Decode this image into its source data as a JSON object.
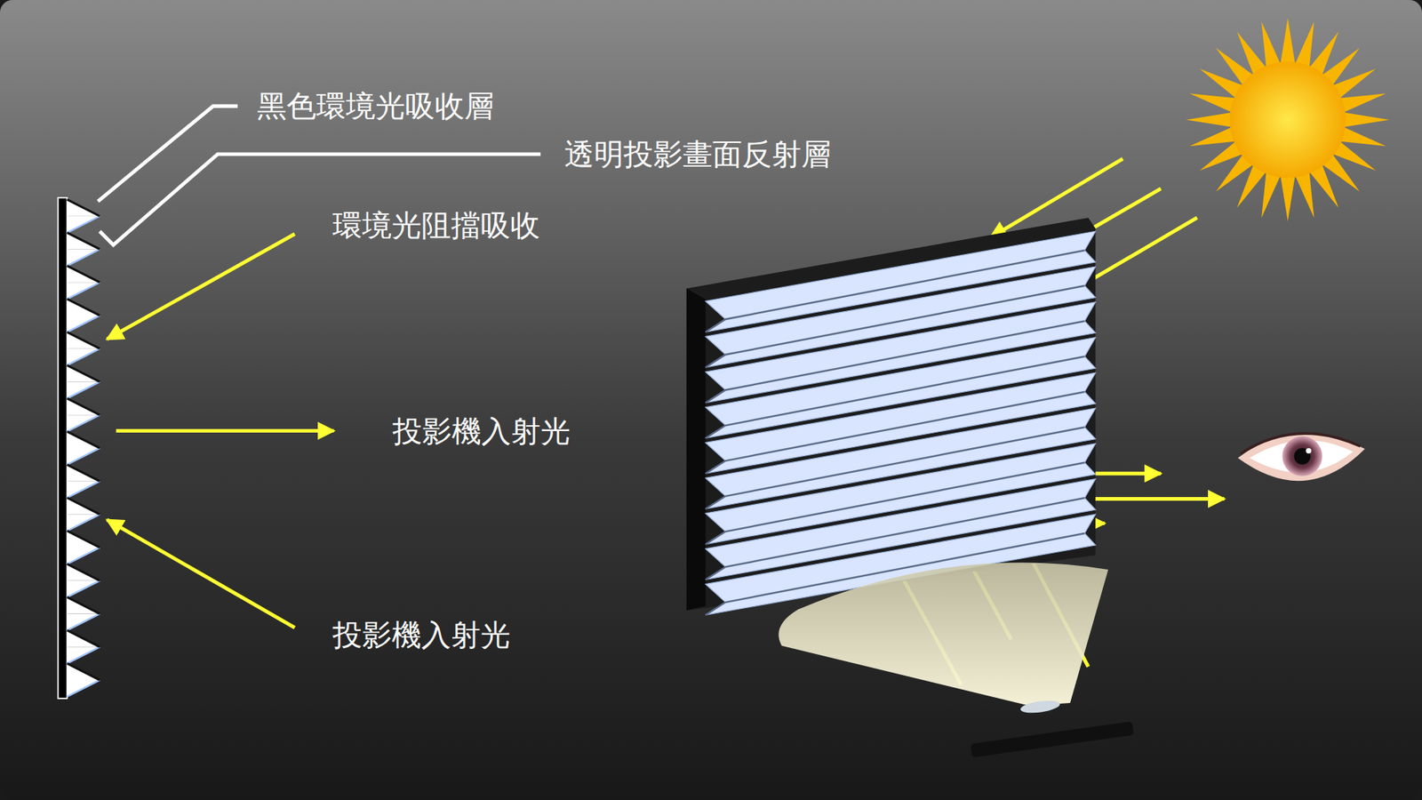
{
  "diagram": {
    "labels": [
      "黑色環境光吸收層",
      "透明投影畫面反射層",
      "環境光阻擋吸收",
      "投影機入射光",
      "投影機入射光"
    ]
  }
}
